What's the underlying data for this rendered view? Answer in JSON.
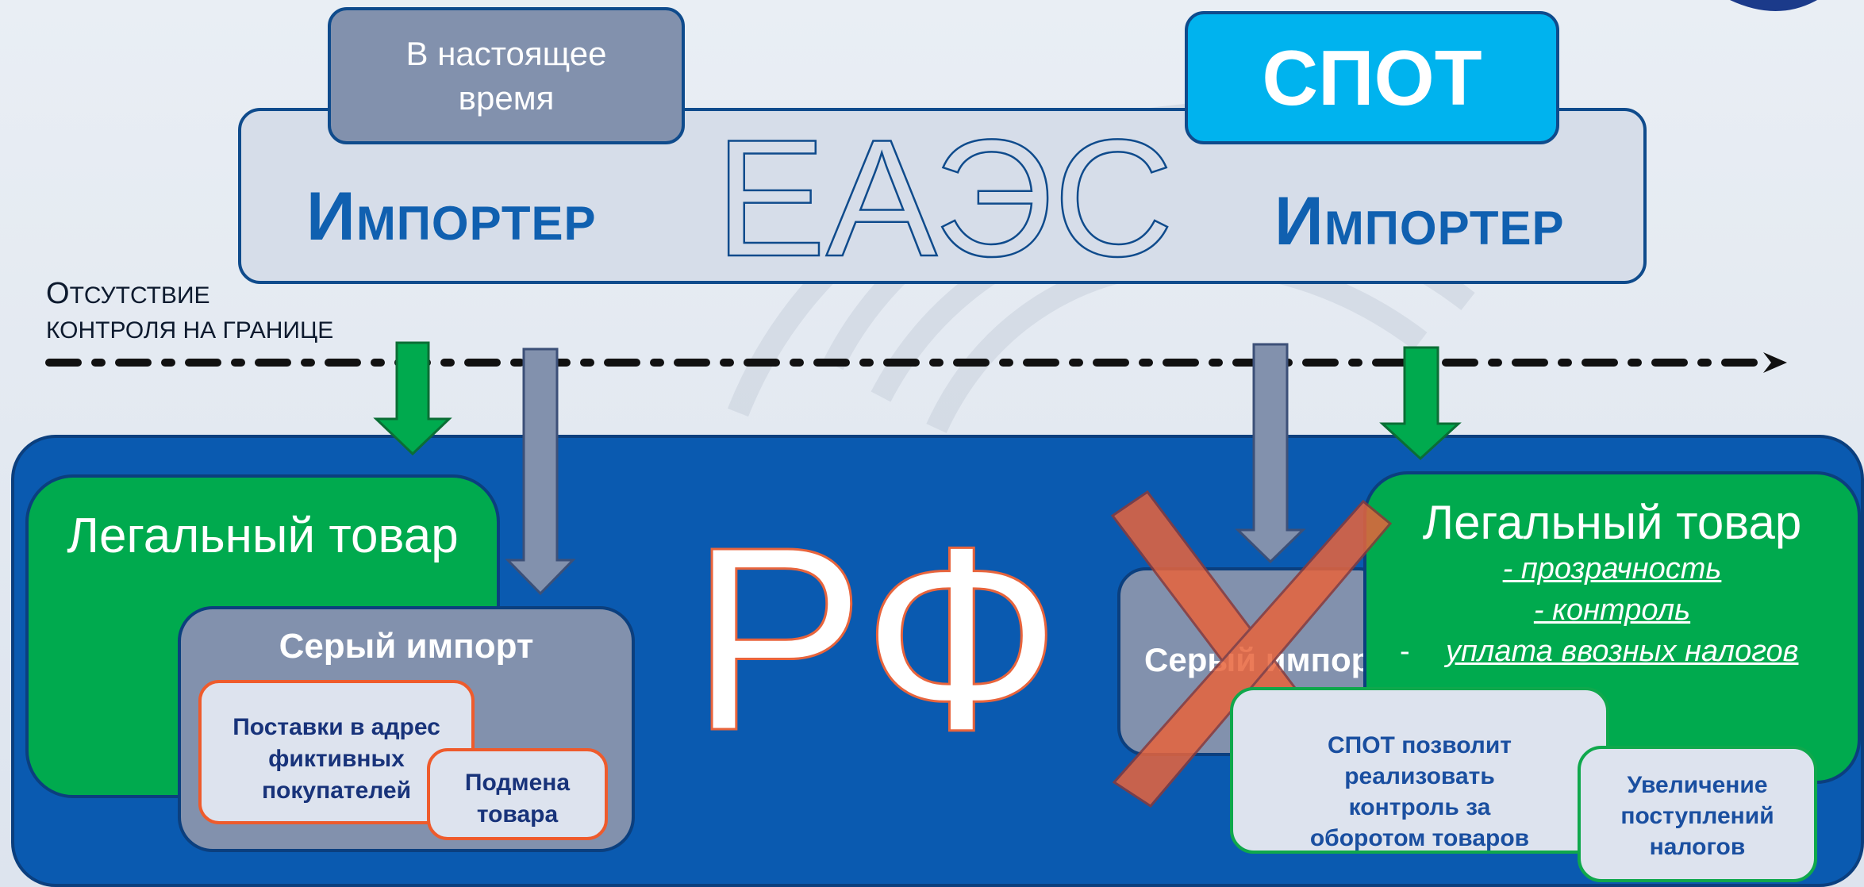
{
  "top": {
    "now_label": "В настоящее время",
    "spot_label": "СПОТ",
    "eaes_label": "ЕАЭС",
    "importer_left": {
      "first": "И",
      "rest": "МПОРТЕР"
    },
    "importer_right": {
      "first": "И",
      "rest": "МПОРТЕР"
    }
  },
  "border": {
    "line1_first": "О",
    "line1_rest": "ТСУТСТВИЕ",
    "line2": "КОНТРОЛЯ НА ГРАНИЦЕ"
  },
  "rf": {
    "label": "РФ",
    "left": {
      "legal_title": "Легальный товар",
      "grey_title": "Серый импорт",
      "supply_card": "Поставки в адрес фиктивных покупателей",
      "swap_card": "Подмена товара"
    },
    "right": {
      "grey_title": "Серый импорт",
      "legal_title": "Легальный товар",
      "bullets": [
        "- прозрачность",
        "- контроль",
        "уплата ввозных налогов"
      ],
      "bullet_dash": "-",
      "spot_card": "СПОТ позволит реализовать контроль за оборотом товаров",
      "tax_card": "Увеличение поступлений налогов"
    }
  },
  "colors": {
    "green": "#00aa4e",
    "gray_arrow": "#8291ad",
    "navy": "#0a5ab0",
    "cyan": "#00b3ee",
    "cross": "#e8643c"
  }
}
